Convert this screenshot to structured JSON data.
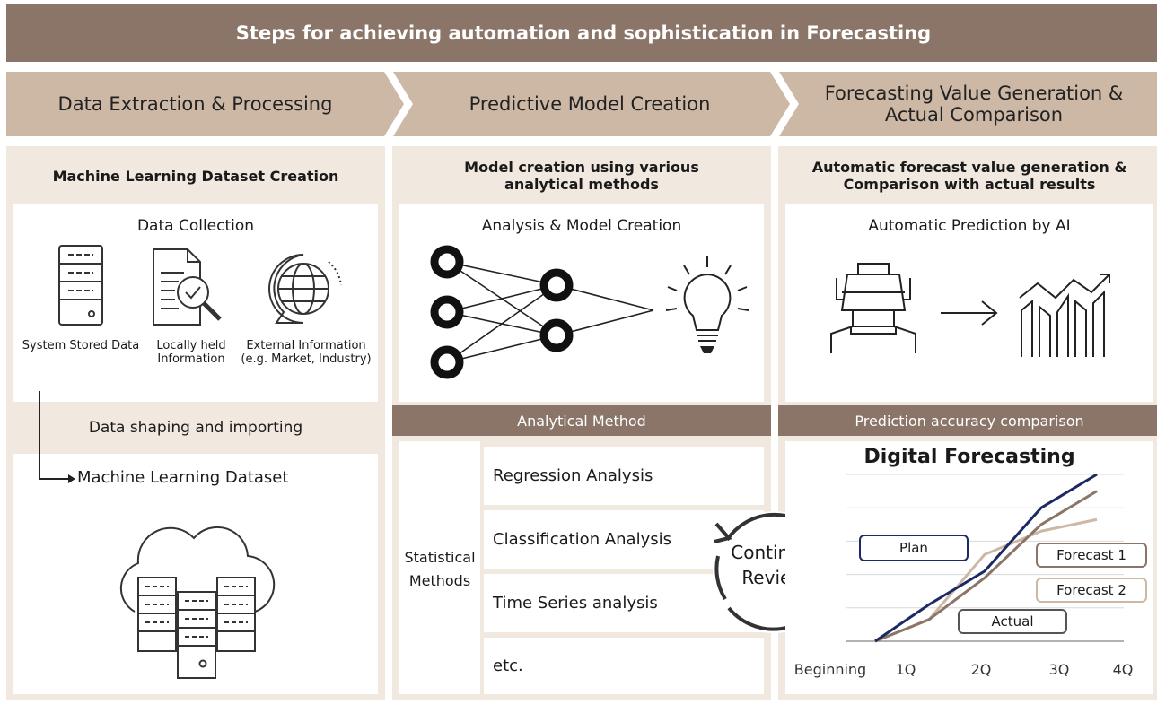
{
  "title": "Steps for achieving automation and sophistication in Forecasting",
  "colors": {
    "brown": "#8a7568",
    "beige": "#ccb8a5",
    "light": "#f1e8df",
    "navy": "#1c2a64"
  },
  "stages": [
    {
      "label": "Data Extraction & Processing"
    },
    {
      "label": "Predictive Model Creation"
    },
    {
      "label": "Forecasting Value Generation & Actual Comparison"
    }
  ],
  "col1": {
    "header": "Machine Learning Dataset Creation",
    "collection_title": "Data Collection",
    "sources": [
      {
        "label": "System Stored Data",
        "icon": "server-icon"
      },
      {
        "label": "Locally held Information",
        "icon": "document-search-icon"
      },
      {
        "label": "External Information (e.g. Market, Industry)",
        "icon": "globe-chat-icon"
      }
    ],
    "shaping": "Data shaping and importing",
    "dataset": "Machine Learning Dataset"
  },
  "col2": {
    "header": "Model creation using various analytical methods",
    "analysis_title": "Analysis & Model Creation",
    "bar": "Analytical Method",
    "side_label": "Statistical Methods",
    "methods": [
      "Regression Analysis",
      "Classification Analysis",
      "Time Series analysis",
      "etc."
    ],
    "cycle": "Continual Review"
  },
  "col3": {
    "header": "Automatic forecast value generation & Comparison with actual results",
    "prediction_title": "Automatic Prediction by AI",
    "bar": "Prediction accuracy comparison"
  },
  "chart_data": {
    "type": "line",
    "title": "Digital Forecasting",
    "categories": [
      "Beginning",
      "1Q",
      "2Q",
      "3Q",
      "4Q"
    ],
    "ylim": [
      0,
      100
    ],
    "grid": true,
    "series": [
      {
        "name": "Plan",
        "color": "#1c2a64",
        "values": [
          0,
          22,
          42,
          80,
          100
        ]
      },
      {
        "name": "Forecast 1",
        "color": "#8a7568",
        "values": [
          0,
          13,
          38,
          70,
          90
        ]
      },
      {
        "name": "Forecast 2",
        "color": "#ccb8a5",
        "values": [
          0,
          13,
          52,
          66,
          73
        ]
      },
      {
        "name": "Actual",
        "color": "#555555",
        "values": []
      }
    ],
    "tick_labels": [
      "Beginning",
      "1Q",
      "2Q",
      "3Q",
      "4Q"
    ]
  }
}
